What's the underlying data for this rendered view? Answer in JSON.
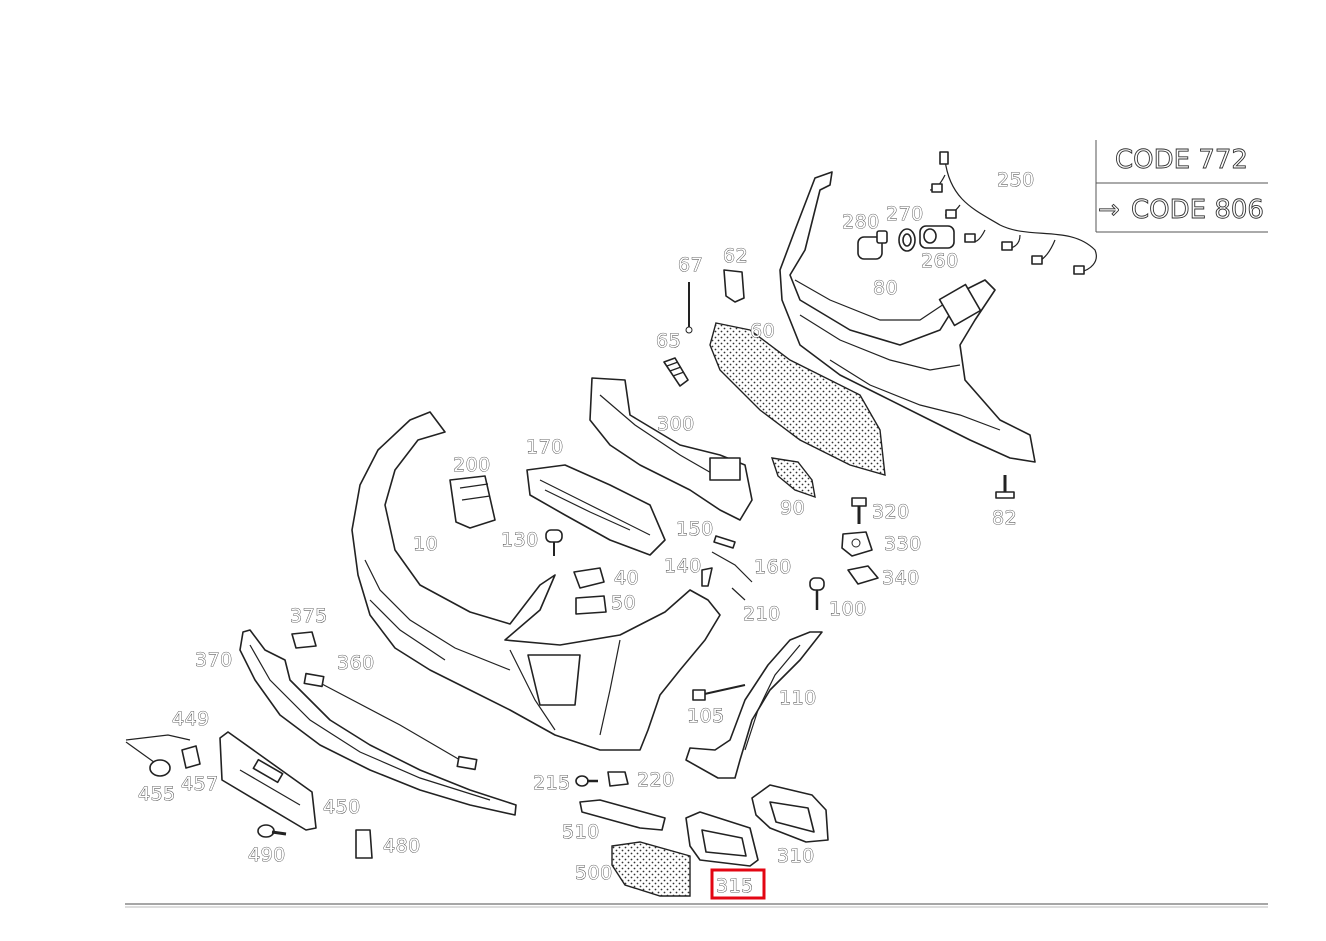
{
  "legend": {
    "code_a": "CODE 772",
    "code_b_arrow": "→",
    "code_b": "CODE 806"
  },
  "labels": {
    "p250": "250",
    "p280": "280",
    "p270": "270",
    "p260": "260",
    "p80": "80",
    "p67": "67",
    "p62": "62",
    "p65": "65",
    "p60": "60",
    "p300": "300",
    "p170": "170",
    "p200": "200",
    "p90": "90",
    "p320": "320",
    "p82": "82",
    "p130": "130",
    "p150": "150",
    "p330": "330",
    "p10": "10",
    "p140": "140",
    "p160": "160",
    "p40": "40",
    "p340": "340",
    "p50": "50",
    "p100": "100",
    "p210": "210",
    "p375": "375",
    "p370": "370",
    "p360": "360",
    "p110": "110",
    "p105": "105",
    "p449": "449",
    "p215": "215",
    "p220": "220",
    "p455": "455",
    "p457": "457",
    "p450": "450",
    "p510": "510",
    "p310": "310",
    "p490": "490",
    "p480": "480",
    "p500": "500",
    "p315": "315"
  },
  "highlighted_part": "315"
}
